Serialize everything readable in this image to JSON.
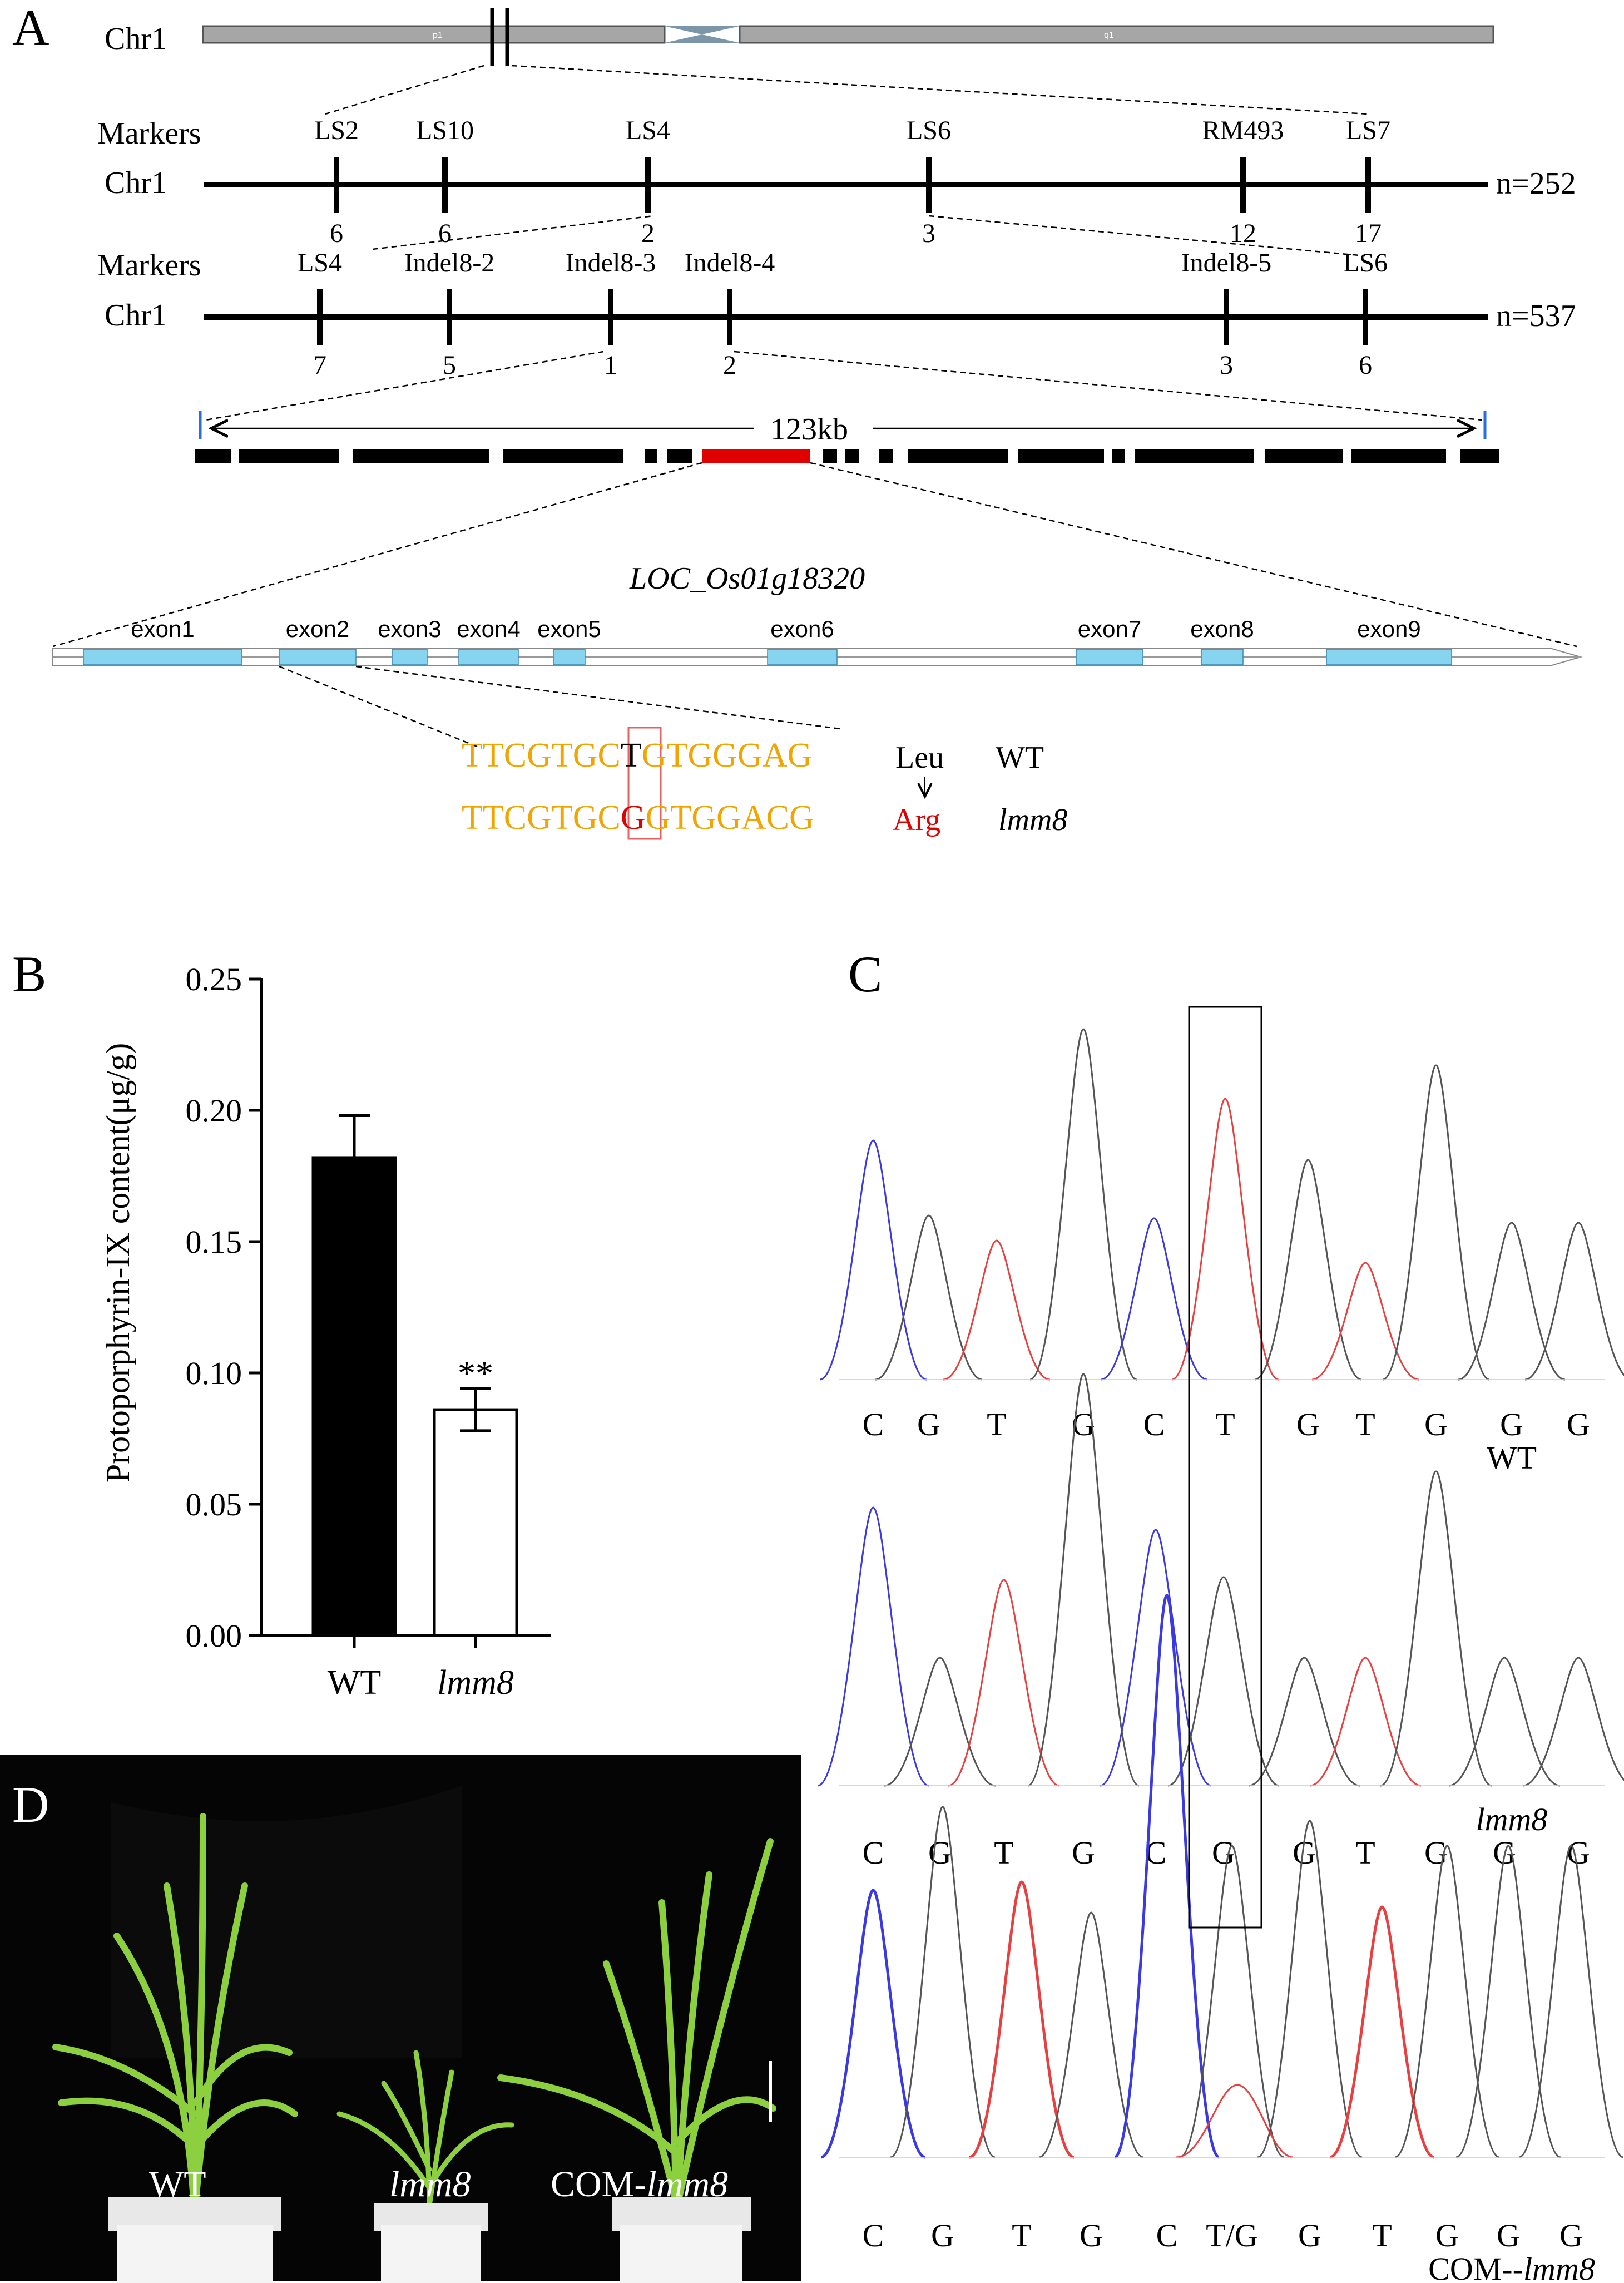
{
  "panels": {
    "A": "A",
    "B": "B",
    "C": "C",
    "D": "D"
  },
  "colors": {
    "wt_seq": "#f0a500",
    "mut": "#e00000",
    "exon": "#86d4f0",
    "chr_gray": "#a6a6a6",
    "centromere": "#7a96a8",
    "blue_trace": "#3a3ae0",
    "red_trace": "#e84040",
    "black_trace": "#555555"
  },
  "panel_a": {
    "chromosome_label": "Chr1",
    "arm_p": "p1",
    "arm_q": "q1",
    "map1": {
      "markers_label": "Markers",
      "chr_label": "Chr1",
      "n": "n=252",
      "markers": [
        {
          "name": "LS2",
          "count": "6"
        },
        {
          "name": "LS10",
          "count": "6"
        },
        {
          "name": "LS4",
          "count": "2"
        },
        {
          "name": "LS6",
          "count": "3"
        },
        {
          "name": "RM493",
          "count": "12"
        },
        {
          "name": "LS7",
          "count": "17"
        }
      ]
    },
    "map2": {
      "markers_label": "Markers",
      "chr_label": "Chr1",
      "n": "n=537",
      "markers": [
        {
          "name": "LS4",
          "count": "7"
        },
        {
          "name": "Indel8-2",
          "count": "5"
        },
        {
          "name": "Indel8-3",
          "count": "1"
        },
        {
          "name": "Indel8-4",
          "count": "2"
        },
        {
          "name": "Indel8-5",
          "count": "3"
        },
        {
          "name": "LS6",
          "count": "6"
        }
      ]
    },
    "interval": "123kb",
    "gene_name": "LOC_Os01g18320",
    "exons": [
      "exon1",
      "exon2",
      "exon3",
      "exon4",
      "exon5",
      "exon6",
      "exon7",
      "exon8",
      "exon9"
    ],
    "wt_seq_left": "TTCGTGC",
    "wt_base": "T",
    "wt_seq_right": "GTGGGAG",
    "mut_seq_left": "TTCGTGC",
    "mut_base": "G",
    "mut_seq_right": "GTGGACG",
    "aa_wt": "Leu",
    "aa_mut": "Arg",
    "label_wt": "WT",
    "label_mut": "lmm8"
  },
  "chart_data": {
    "type": "bar",
    "categories": [
      "WT",
      "lmm8"
    ],
    "values": [
      0.182,
      0.086
    ],
    "errors": [
      0.016,
      0.008
    ],
    "ylabel": "Protoporphyrin-IX content(μg/g)",
    "ylim": [
      0,
      0.25
    ],
    "yticks": [
      "0.00",
      "0.05",
      "0.10",
      "0.15",
      "0.20",
      "0.25"
    ],
    "significance": "**",
    "fill": [
      "#000000",
      "#ffffff"
    ]
  },
  "panel_c": {
    "traces": [
      {
        "bases": [
          "C",
          "G",
          "T",
          "G",
          "C",
          "T",
          "G",
          "T",
          "G",
          "G",
          "G"
        ],
        "label": "WT"
      },
      {
        "bases": [
          "C",
          "G",
          "T",
          "G",
          "C",
          "G",
          "G",
          "T",
          "G",
          "G",
          "G"
        ],
        "label": "lmm8"
      },
      {
        "bases": [
          "C",
          "G",
          "T",
          "G",
          "C",
          "T/G",
          "G",
          "T",
          "G",
          "G",
          "G"
        ],
        "label": "COM--lmm8"
      }
    ]
  },
  "panel_d": {
    "labels": [
      "WT",
      "lmm8",
      "COM-lmm8"
    ]
  }
}
